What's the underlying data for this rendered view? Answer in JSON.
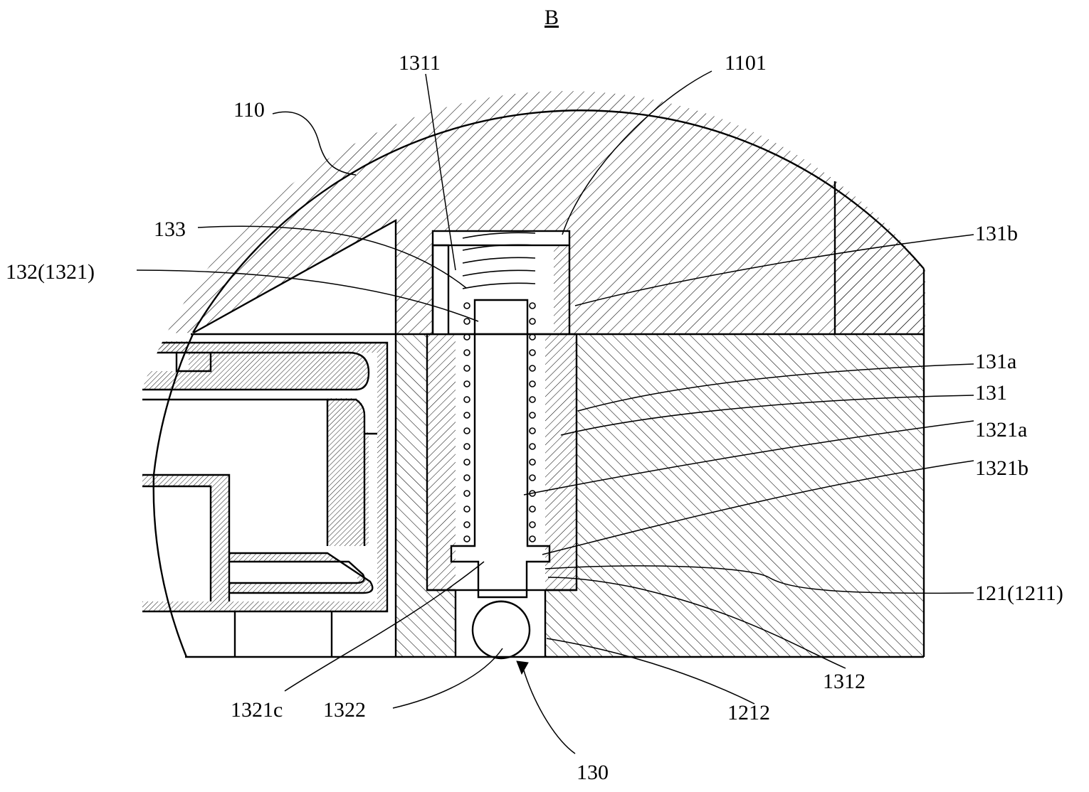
{
  "figure": {
    "title": "B",
    "labels": {
      "l110": "110",
      "l1311": "1311",
      "l1101": "1101",
      "l133": "133",
      "l132": "132(1321)",
      "l131b": "131b",
      "l131a": "131a",
      "l131": "131",
      "l1321a": "1321a",
      "l1321b": "1321b",
      "l121": "121(1211)",
      "l1312": "1312",
      "l1212": "1212",
      "l1321c": "1321c",
      "l1322": "1322",
      "l130": "130"
    }
  }
}
